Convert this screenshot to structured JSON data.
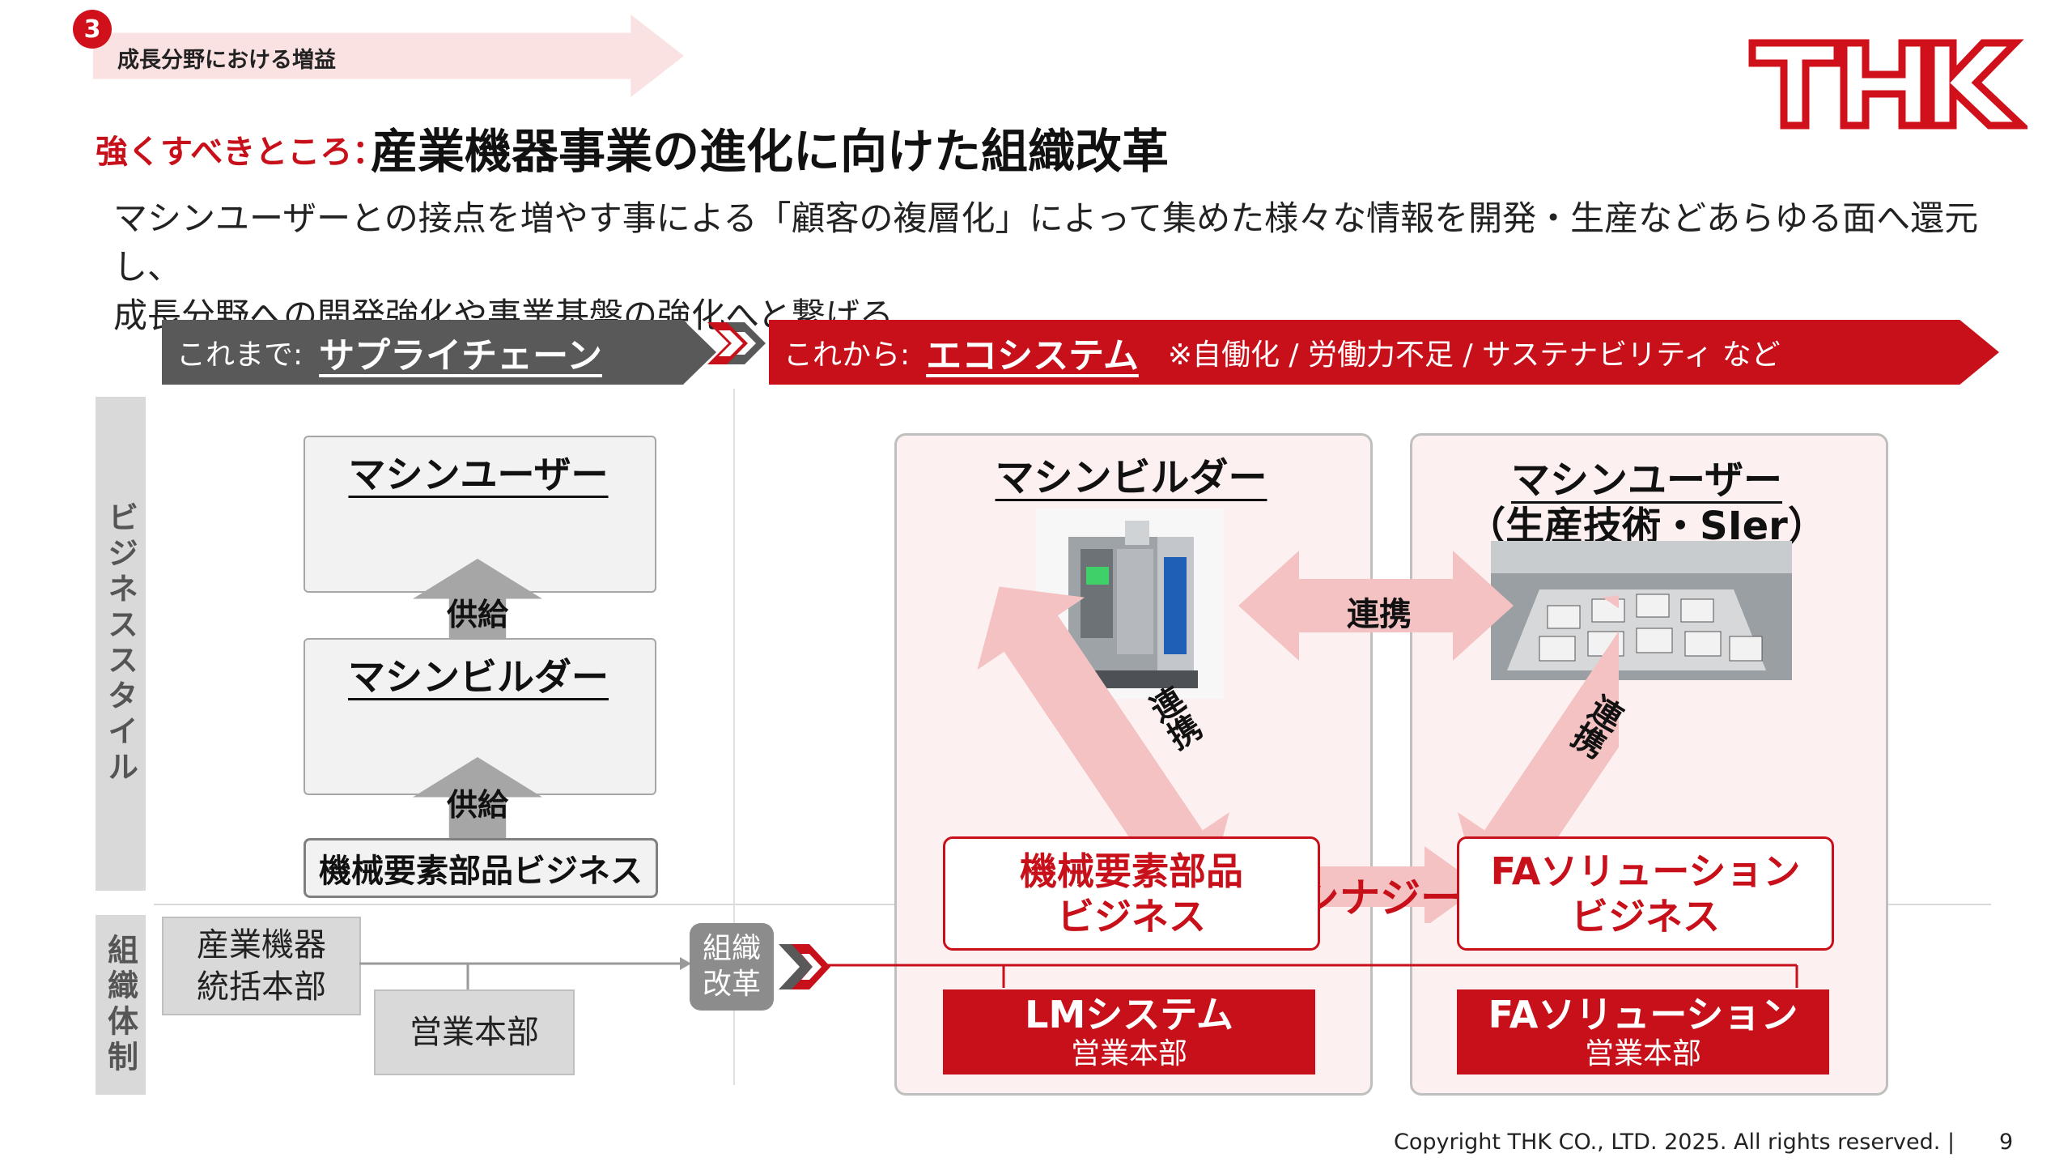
{
  "header": {
    "section_number": "3",
    "section_label": "成長分野における増益",
    "logo_text": "THK",
    "subtitle": "強くすべきところ：",
    "title": "産業機器事業の進化に向けた組織改革",
    "intro_line1": "マシンユーザーとの接点を増やす事による「顧客の複層化」によって集めた様々な情報を開発・生産などあらゆる面へ還元し、",
    "intro_line2": "成長分野への開発強化や事業基盤の強化へと繋げる"
  },
  "banner_left": {
    "prefix": "これまで:",
    "main": "サプライチェーン"
  },
  "banner_right": {
    "prefix": "これから:",
    "main": "エコシステム",
    "note": "※自働化 / 労働力不足 / サステナビリティ など"
  },
  "side_labels": {
    "business_style": "ビジネススタイル",
    "organization": "組織体制"
  },
  "left_flow": {
    "machine_user": "マシンユーザー",
    "supply_1": "供給",
    "machine_builder": "マシンビルダー",
    "supply_2": "供給",
    "parts_business": "機械要素部品ビジネス"
  },
  "right_flow": {
    "builder_title": "マシンビルダー",
    "user_title": "マシンユーザー",
    "user_subtitle": "（生産技術・SIer）",
    "link_horizontal": "連携",
    "link_left": "連携",
    "link_right": "連携",
    "synergy": "シナジー",
    "parts_business_line1": "機械要素部品",
    "parts_business_line2": "ビジネス",
    "fa_business_line1": "FAソリューション",
    "fa_business_line2": "ビジネス"
  },
  "org": {
    "hq_line1": "産業機器",
    "hq_line2": "統括本部",
    "sales": "営業本部",
    "change_line1": "組織",
    "change_line2": "改革",
    "lm_name": "LMシステム",
    "lm_sub": "営業本部",
    "fa_name": "FAソリューション",
    "fa_sub": "営業本部"
  },
  "footer": {
    "copyright": "Copyright THK CO., LTD. 2025. All rights reserved.  |",
    "page": "9"
  },
  "colors": {
    "brand_red": "#c8101a",
    "pink_bg": "#fdf0f0",
    "grey": "#595959",
    "arrow_pink": "#f4c2c2"
  }
}
